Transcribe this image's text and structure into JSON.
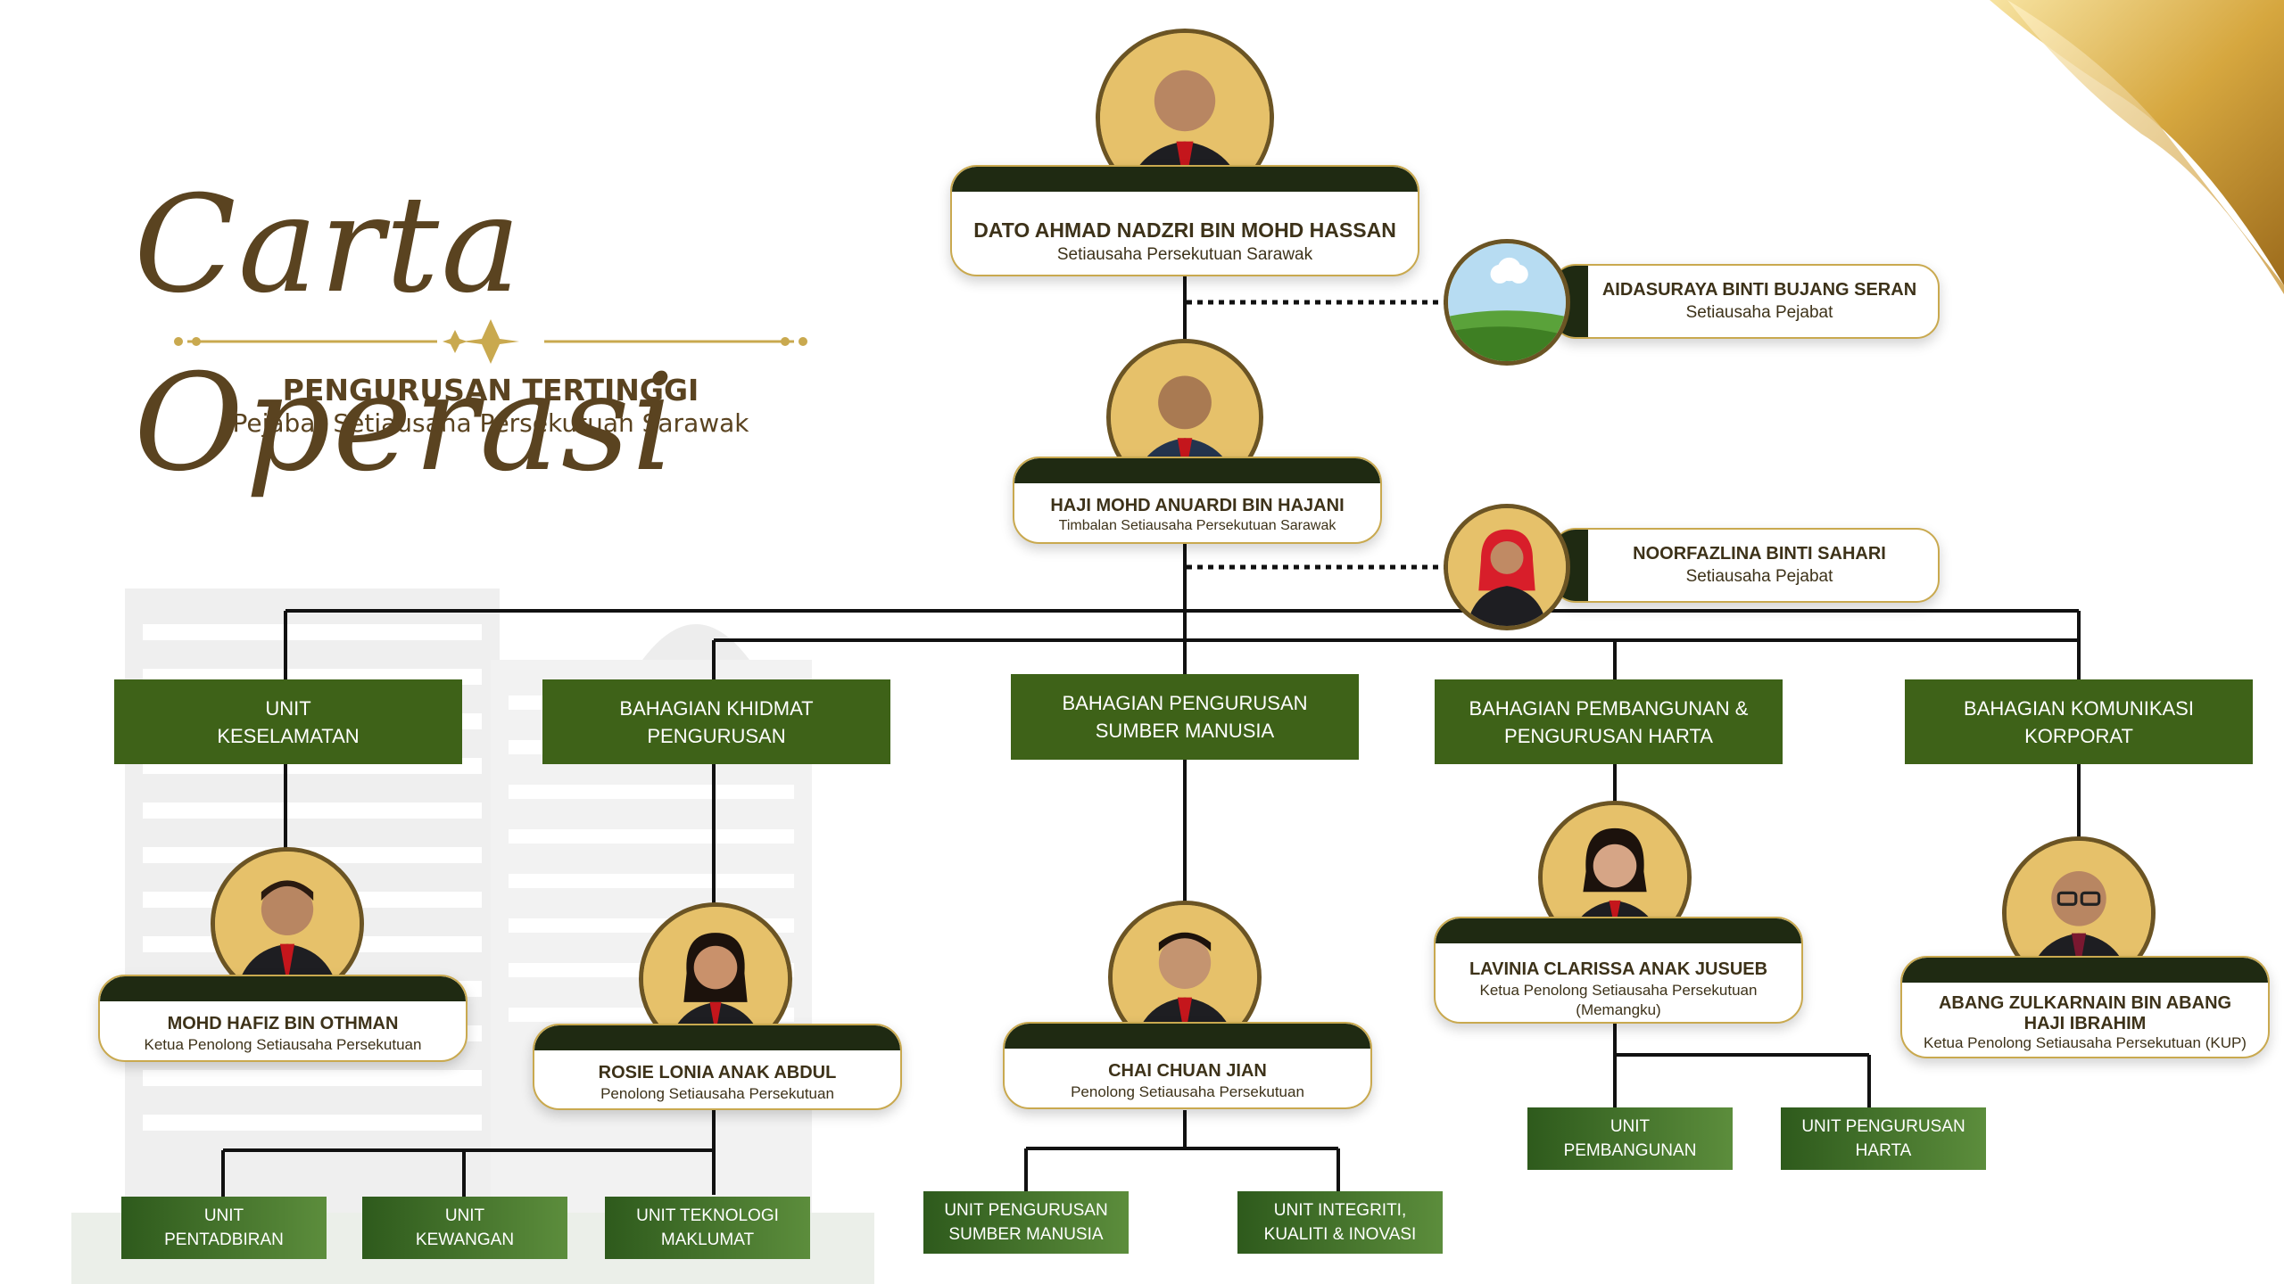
{
  "header": {
    "title": "Carta Operasi",
    "subtitle": "PENGURUSAN TERTINGGI",
    "organization": "Pejabat Setiausaha Persekutuan Sarawak"
  },
  "colors": {
    "dept_green": "#3e6218",
    "unit_green": "#4a7a2e",
    "gold": "#c9a94f",
    "text_brown": "#5a4320",
    "card_band": "#1f2a12"
  },
  "people": {
    "top": {
      "name": "DATO AHMAD NADZRI BIN MOHD HASSAN",
      "role": "Setiausaha Persekutuan Sarawak"
    },
    "deputy": {
      "name": "HAJI MOHD ANUARDI BIN HAJANI",
      "role": "Timbalan Setiausaha Persekutuan Sarawak"
    },
    "secretary_1": {
      "name": "AIDASURAYA BINTI BUJANG SERAN",
      "role": "Setiausaha Pejabat",
      "avatar": "placeholder-landscape-icon"
    },
    "secretary_2": {
      "name": "NOORFAZLINA BINTI SAHARI",
      "role": "Setiausaha Pejabat"
    },
    "keselamatan_head": {
      "name": "MOHD HAFIZ BIN OTHMAN",
      "role": "Ketua Penolong Setiausaha Persekutuan"
    },
    "khidmat_head": {
      "name": "ROSIE LONIA ANAK ABDUL",
      "role": "Penolong Setiausaha Persekutuan"
    },
    "sumber_head": {
      "name": "CHAI CHUAN JIAN",
      "role": "Penolong Setiausaha Persekutuan"
    },
    "pembangunan_head": {
      "name": "LAVINIA CLARISSA ANAK JUSUEB",
      "role": "Ketua Penolong Setiausaha Persekutuan",
      "note": "(Memangku)"
    },
    "komunikasi_head": {
      "name": "ABANG ZULKARNAIN BIN ABANG\nHAJI IBRAHIM",
      "role": "Ketua Penolong Setiausaha Persekutuan (KUP)"
    }
  },
  "departments": {
    "keselamatan": "UNIT\nKESELAMATAN",
    "khidmat": "BAHAGIAN KHIDMAT\nPENGURUSAN",
    "sumber": "BAHAGIAN PENGURUSAN\nSUMBER MANUSIA",
    "pembangunan": "BAHAGIAN PEMBANGUNAN &\nPENGURUSAN HARTA",
    "komunikasi": "BAHAGIAN KOMUNIKASI\nKORPORAT"
  },
  "units": {
    "pentadbiran": "UNIT\nPENTADBIRAN",
    "kewangan": "UNIT\nKEWANGAN",
    "teknologi": "UNIT TEKNOLOGI\nMAKLUMAT",
    "sumber_manusia": "UNIT PENGURUSAN\nSUMBER MANUSIA",
    "integriti": "UNIT INTEGRITI,\nKUALITI & INOVASI",
    "pembangunan": "UNIT\nPEMBANGUNAN",
    "harta": "UNIT PENGURUSAN\nHARTA"
  }
}
